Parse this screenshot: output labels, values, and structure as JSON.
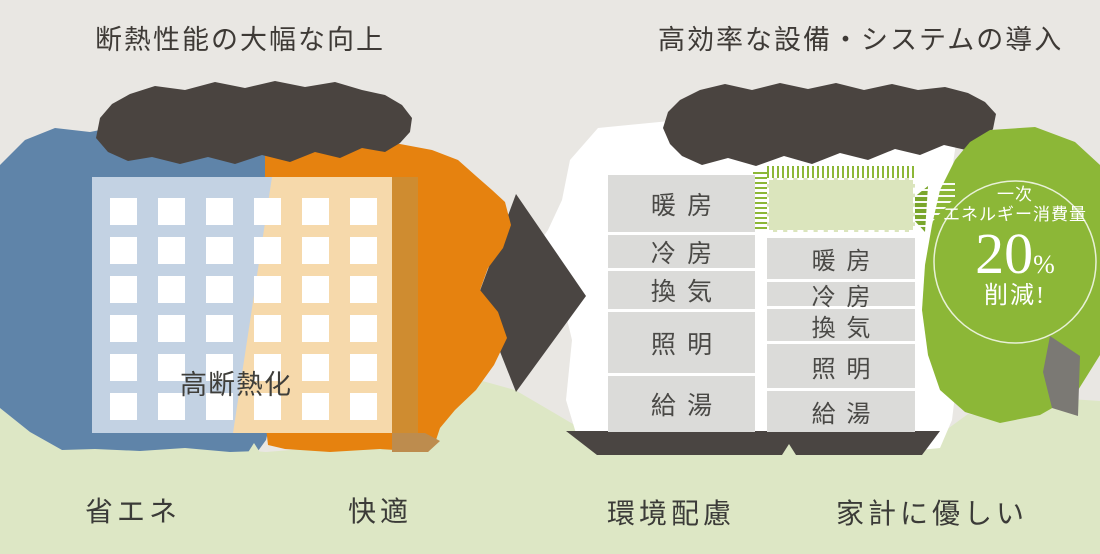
{
  "left_section": {
    "title": "断熱性能の大幅な向上",
    "building_label": "高断熱化",
    "label_energy_saving": "省エネ",
    "label_comfort": "快適"
  },
  "right_section": {
    "title": "高効率な設備・システムの導入",
    "usage_before": [
      "暖房",
      "冷房",
      "換気",
      "照明",
      "給湯"
    ],
    "usage_after": [
      "暖房",
      "冷房",
      "換気",
      "照明",
      "給湯"
    ],
    "badge": {
      "prefix": "一次",
      "category": "エネルギー消費量",
      "value": "20",
      "unit": "%",
      "suffix": "削減!"
    },
    "label_environment": "環境配慮",
    "label_household": "家計に優しい"
  },
  "colors": {
    "background": "#e9e7e3",
    "cool_blue": "#5f84a9",
    "pale_blue": "#c3d2e3",
    "warm_orange": "#e6820f",
    "pale_orange": "#f6d9ab",
    "dark_gray": "#4a4542",
    "green": "#8cb737",
    "pale_green_band": "#dde7c5",
    "pale_green_box": "#dbe5bd",
    "usage_box_gray": "#dbdbd9"
  }
}
